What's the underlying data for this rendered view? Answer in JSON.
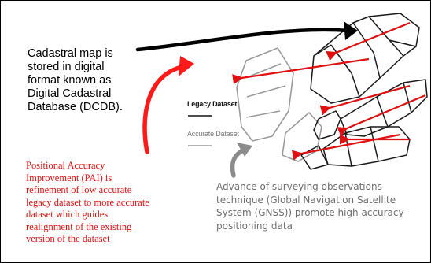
{
  "annotations": {
    "cadastral_text": "Cadastral map is\nstored in digital\nformat known as\nDigital Cadastral\nDatabase (DCDB).",
    "pai_text": "Positional Accuracy\nImprovement (PAI) is\nrefinement of low accurate\nlegacy dataset to more accurate\ndataset which guides\nrealignment of the existing\nversion of the dataset",
    "gnss_text": "Advance of surveying observations\ntechnique (Global Navigation Satellite\nSystem (GNSS)) promote high accuracy\npositioning data"
  },
  "legend": {
    "legacy_label": "Legacy Dataset",
    "accurate_label": "Accurate Dataset"
  },
  "colors": {
    "pai_text": "#e01010",
    "gnss_text": "#6e6e6e",
    "cadastral_text": "#000000",
    "legacy_line": "#111111",
    "accurate_line": "#9a9a9a",
    "shift_arrows": "#e01010",
    "dcdb_arrow": "#000000",
    "gnss_arrow": "#8c8c8c",
    "pai_arrow": "#ff1a1a",
    "frame": "#000000"
  }
}
